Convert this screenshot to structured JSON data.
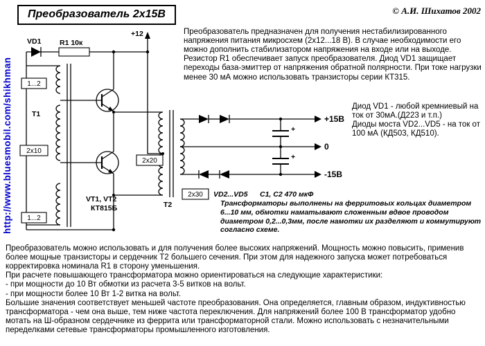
{
  "header": {
    "title": "Преобразователь 2х15В",
    "copyright": "© А.И. Шихатов  2002",
    "url": "http://www.bluesmobil.com/shikhman"
  },
  "colors": {
    "url_blue": "#0000cc",
    "ink": "#000000",
    "background": "#ffffff"
  },
  "description": {
    "para1": "Преобразователь предназначен для получения нестабилизированного напряжения питания микросхем  (2х12...18 В).  В случае необходимости его можно дополнить стабилизатором напряжения на входе или на выходе.",
    "para2": "Резистор R1 обеспечивает запуск преобразователя. Диод VD1 защищает переходы база-эмиттер от напряжения обратной полярности.  При токе нагрузки менее 30 мА можно использовать транзисторы серии КТ315.",
    "note_vd1": "Диод VD1 - любой кремниевый на ток от 30мА.(Д223 и т.п.)",
    "note_bridge": "Диоды моста VD2...VD5 - на ток от 100 мА (КД503, КД510).",
    "note_transformers": "Трансформаторы выполнены на ферритовых кольцах диаметром 6...10 мм, обмотки наматывают сложенным вдвое проводом диаметром 0,2...0,3мм, после намотки их разделяют и коммутируют согласно схеме."
  },
  "footer_paragraphs": [
    "Преобразователь можно использовать и для получения более высоких напряжений. Мощность можно повысить, применив более мощные транзисторы и сердечник Т2 большего сечения. При этом для надежного запуска может потребоваться корректировка номинала R1 в сторону уменьшения.",
    "При расчете повышающего трансформатора можно ориентироваться на следующие характеристики:",
    "- при мощности до 10 Вт обмотки из расчета 3-5 витков на вольт.",
    "- при мощности более 10 Вт 1-2 витка на вольт.",
    "Большие значения соответствует меньшей частоте преобразования. Она определяется, главным образом, индуктивностью трансформатора - чем она выше, тем ниже частота переключения.  Для напряжений более 100 В трансформатор удобно мотать на Ш-образном сердечнике из феррита или трансформаторной стали. Можно использовать с незначительными переделками сетевые трансформаторы промышленного изготовления."
  ],
  "schematic": {
    "labels": {
      "vd1": "VD1",
      "r1": "R1 10к",
      "vcc": "+12",
      "w_top": "1...2",
      "w_mid": "2х10",
      "w_bot": "1...2",
      "t1": "T1",
      "transistors": "VT1, VT2",
      "transistor_type": "КТ815Б",
      "t2": "T2",
      "t2_pri": "2х20",
      "t2_sec": "2х30",
      "bridge": "VD2...VD5",
      "caps": "С1, С2 470 мкФ",
      "out_pos": "+15В",
      "out_zero": "0",
      "out_neg": "-15В"
    }
  }
}
